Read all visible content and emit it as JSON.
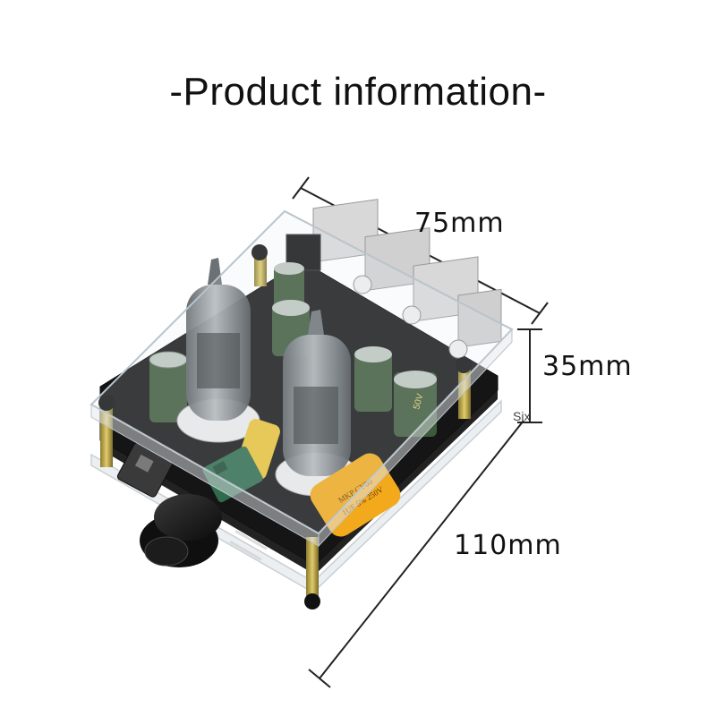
{
  "title": "-Product information-",
  "dimensions": {
    "width": "75mm",
    "height": "35mm",
    "length": "110mm"
  },
  "side_mark": "Six",
  "colors": {
    "pcb": "#151515",
    "capacitor_green": "#3d5a3a",
    "capacitor_yellow": "#e8c238",
    "capacitor_orange": "#f2a91c",
    "terminal_green": "#2f6b4c",
    "tube_glass": "#8d9296",
    "standoff_brass": "#b8a24a"
  },
  "capacitor_text": {
    "line1": "MKP CY00",
    "line2": "1UF 5% 250V"
  }
}
